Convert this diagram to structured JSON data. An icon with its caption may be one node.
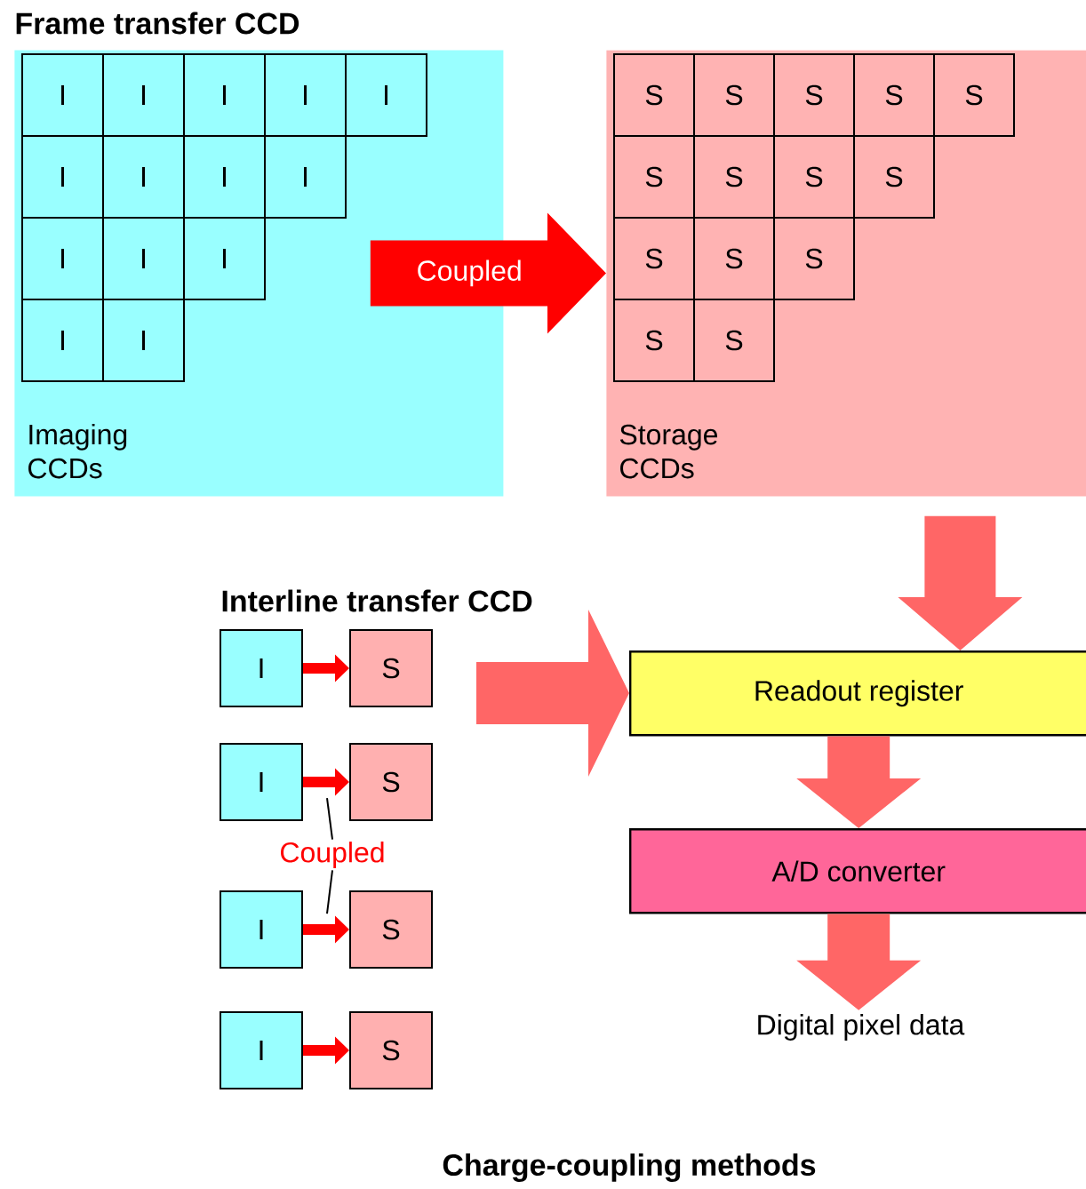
{
  "diagram": {
    "caption": "Charge-coupling methods",
    "nodes": [
      {
        "text": [
          "Imaging CCDs"
        ]
      },
      {
        "text": [
          "I"
        ],
        "in": 0
      },
      {
        "text": [
          "I"
        ],
        "in": 0
      },
      {
        "text": [
          "I"
        ],
        "in": 0
      },
      {
        "text": [
          "I"
        ],
        "in": 0
      },
      {
        "text": [
          "I"
        ],
        "in": 0
      },
      {
        "text": [
          "I"
        ],
        "in": 0
      },
      {
        "text": [
          "I"
        ],
        "in": 0
      },
      {
        "text": [
          "I"
        ],
        "in": 0
      },
      {
        "text": [
          "I"
        ],
        "in": 0
      },
      {
        "text": [
          "I"
        ],
        "in": 0
      },
      {
        "text": [
          "I"
        ],
        "in": 0
      },
      {
        "text": [
          "I"
        ],
        "in": 0
      },
      {
        "text": [
          "I"
        ],
        "in": 0
      },
      {
        "text": [
          "I"
        ],
        "in": 0
      },
      {
        "text": [
          "Storage CCDs"
        ]
      },
      {
        "text": [
          "S"
        ],
        "in": 15
      },
      {
        "text": [
          "S"
        ],
        "in": 15
      },
      {
        "text": [
          "S"
        ],
        "in": 15
      },
      {
        "text": [
          "S"
        ],
        "in": 15
      },
      {
        "text": [
          "S"
        ],
        "in": 15
      },
      {
        "text": [
          "S"
        ],
        "in": 15
      },
      {
        "text": [
          "S"
        ],
        "in": 15
      },
      {
        "text": [
          "S"
        ],
        "in": 15
      },
      {
        "text": [
          "S"
        ],
        "in": 15
      },
      {
        "text": [
          "S"
        ],
        "in": 15
      },
      {
        "text": [
          "S"
        ],
        "in": 15
      },
      {
        "text": [
          "S"
        ],
        "in": 15
      },
      {
        "text": [
          "S"
        ],
        "in": 15
      },
      {
        "text": [
          "S"
        ],
        "in": 15
      },
      {
        "text": [
          "I"
        ]
      },
      {
        "text": [
          "S"
        ]
      },
      {
        "text": [
          "I"
        ]
      },
      {
        "text": [
          "S"
        ]
      },
      {
        "text": [
          "Coupled"
        ]
      },
      {
        "text": [
          "I"
        ]
      },
      {
        "text": [
          "S"
        ]
      },
      {
        "text": [
          "I"
        ]
      },
      {
        "text": [
          "S"
        ]
      },
      {
        "text": [
          "Readout register"
        ]
      },
      {
        "text": [
          "A/D converter"
        ]
      },
      {
        "text": [
          "Digital pixel data"
        ]
      }
    ],
    "edges": [
      {
        "from": 0,
        "to": 15,
        "arrow": "to",
        "label": "Coupled",
        "style": "thick"
      },
      {
        "from": 15,
        "to": 39,
        "arrow": "to",
        "style": "thick",
        "color": "#ff6666"
      },
      {
        "from": null,
        "to": 39,
        "arrow": "to",
        "style": "thick",
        "color": "#ff6666"
      },
      {
        "from": 39,
        "to": 40,
        "arrow": "to",
        "style": "thick",
        "color": "#ff6666"
      },
      {
        "from": 40,
        "to": 41,
        "arrow": "to",
        "style": "thick",
        "color": "#ff6666"
      },
      {
        "from": 30,
        "to": 31,
        "arrow": "to"
      },
      {
        "from": 32,
        "to": 33,
        "arrow": "to"
      },
      {
        "from": 35,
        "to": 36,
        "arrow": "to"
      },
      {
        "from": 37,
        "to": 38,
        "arrow": "to"
      },
      {
        "from": 34,
        "to": null,
        "arrow": "none",
        "color": "#000000"
      },
      {
        "from": 34,
        "to": null,
        "arrow": "none",
        "color": "#000000"
      }
    ],
    "labels": [
      "Frame transfer CCD",
      "Interline transfer CCD"
    ]
  }
}
